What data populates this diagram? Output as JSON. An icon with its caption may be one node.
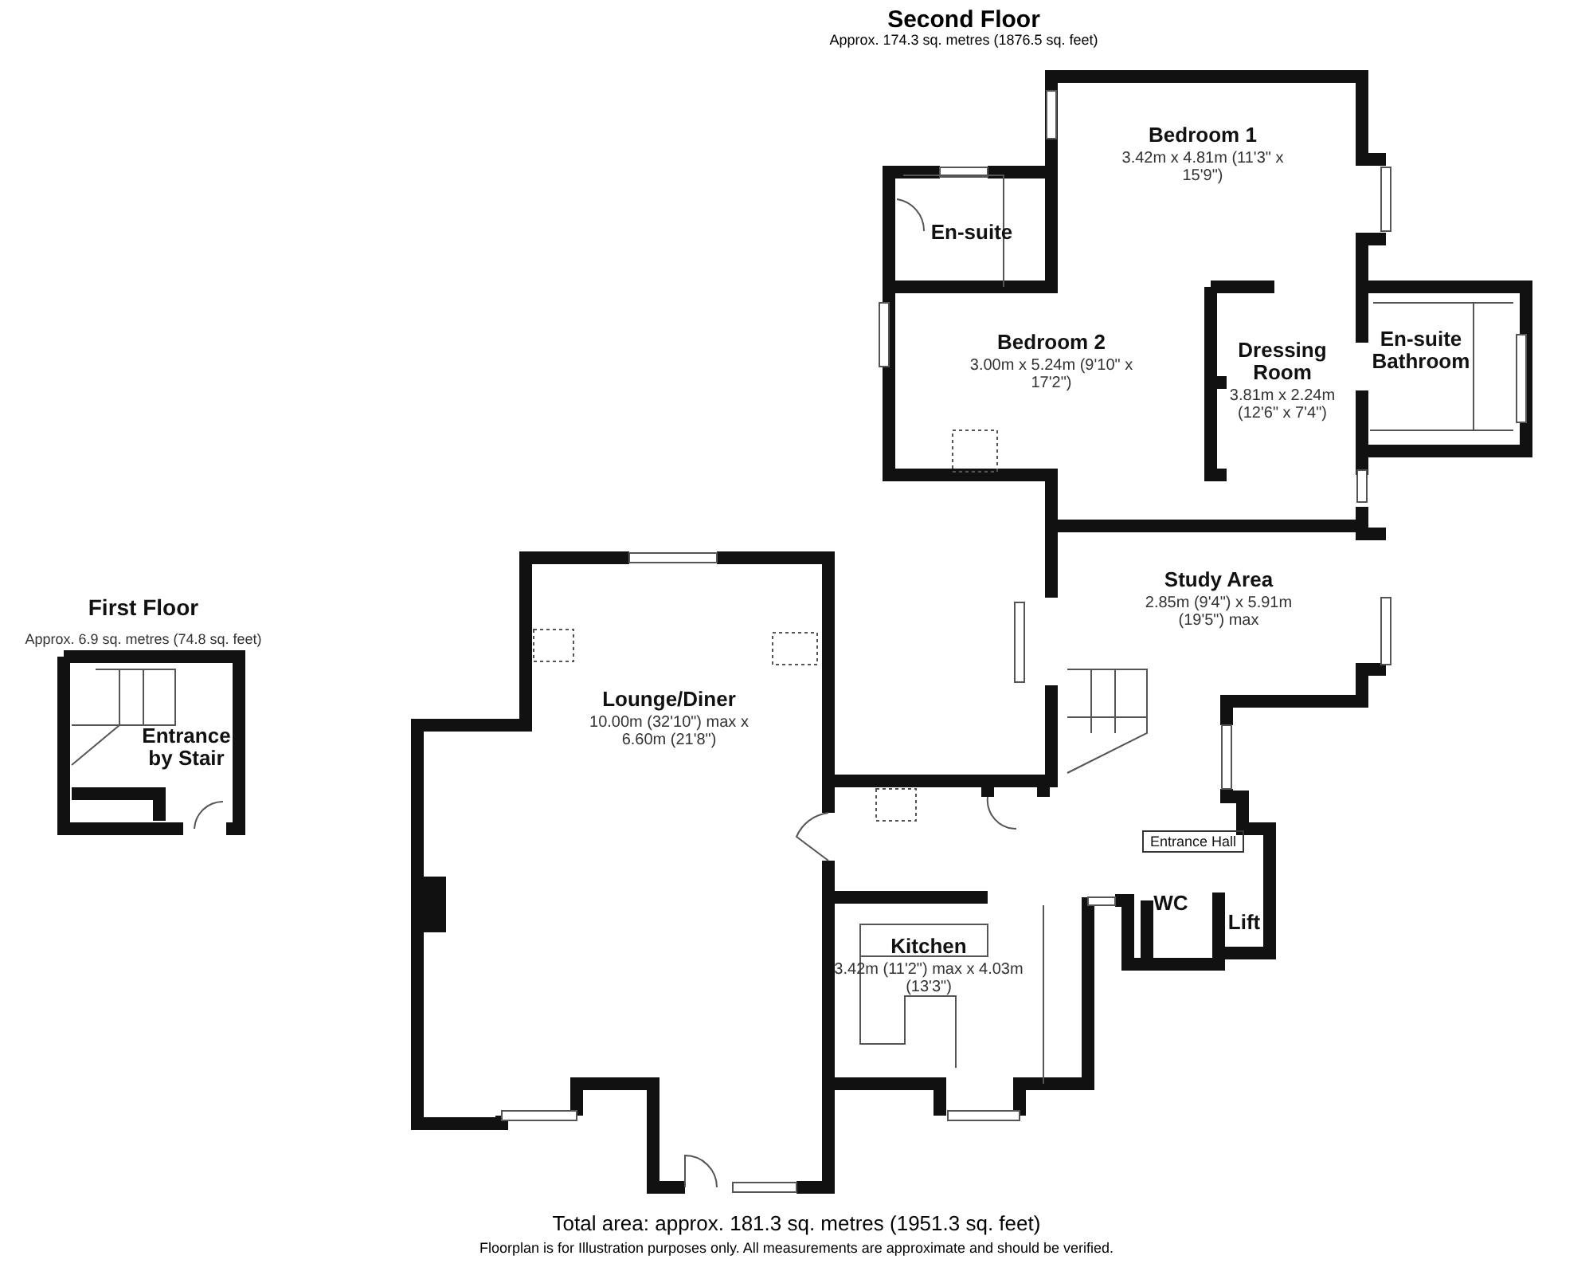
{
  "diagram": {
    "nodes": [
      {
        "text": [
          "Bedroom 1",
          "3.42m x 4.81m (11'3\" x 15'9\")"
        ]
      },
      {
        "text": [
          "En-suite"
        ]
      },
      {
        "text": [
          "Bedroom 2",
          "3.00m x 5.24m (9'10\" x 17'2\")"
        ]
      },
      {
        "text": [
          "Dressing Room",
          "3.81m x 2.24m (12'6\" x 7'4\")"
        ]
      },
      {
        "text": [
          "En-suite Bathroom"
        ]
      },
      {
        "text": [
          "Study Area",
          "2.85m (9'4\") x 5.91m (19'5\") max"
        ]
      },
      {
        "text": [
          "First Floor",
          "Approx. 6.9 sq. metres (74.8 sq. feet)"
        ]
      },
      {
        "text": [
          "Entrance by Stair"
        ]
      },
      {
        "text": [
          "Lounge/Diner",
          "10.00m (32'10\") max x 6.60m (21'8\")"
        ]
      },
      {
        "text": [
          "Entrance Hall"
        ]
      },
      {
        "text": [
          "WC"
        ]
      },
      {
        "text": [
          "Lift"
        ]
      },
      {
        "text": [
          "Kitchen",
          "3.42m (11'2\") max x 4.03m (13'3\")"
        ]
      }
    ],
    "labels": [
      "Second Floor",
      "Approx. 174.3 sq. metres (1876.5 sq. feet)",
      "Total area: approx. 181.3 sq. metres (1951.3 sq. feet)",
      "Floorplan is for Illustration purposes only. All measurements are approximate and should be verified."
    ]
  }
}
